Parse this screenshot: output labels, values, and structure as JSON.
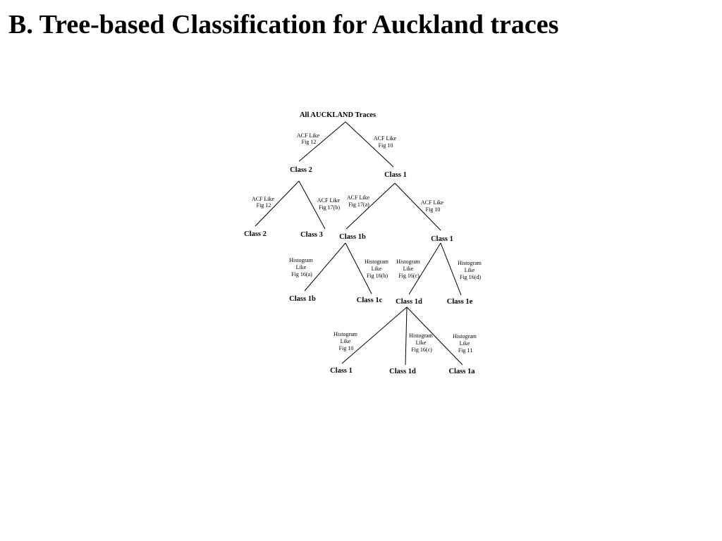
{
  "title": "B. Tree-based Classification for Auckland traces",
  "tree": {
    "root": "All AUCKLAND Traces",
    "nodes": {
      "l1_left": "Class 2",
      "l1_right": "Class 1",
      "l2_ll": "Class 2",
      "l2_lr": "Class 3",
      "l2_rl": "Class 1b",
      "l2_rr": "Class 1",
      "l3_1": "Class 1b",
      "l3_2": "Class 1c",
      "l3_3": "Class 1d",
      "l3_4": "Class 1e",
      "l4_1": "Class 1",
      "l4_2": "Class 1d",
      "l4_3": "Class 1a"
    },
    "edges": {
      "e_root_l": [
        "ACF Like",
        "Fig 12"
      ],
      "e_root_r": [
        "ACF Like",
        "Fig 10"
      ],
      "e_c2_l": [
        "ACF Like",
        "Fig 12"
      ],
      "e_c2_r": [
        "ACF Like",
        "Fig 17(b)"
      ],
      "e_c1_l": [
        "ACF Like",
        "Fig 17(a)"
      ],
      "e_c1_r": [
        "ACF Like",
        "Fig 10"
      ],
      "e_1b_l": [
        "Histogram",
        "Like",
        "Fig 16(a)"
      ],
      "e_1b_r": [
        "Histogram",
        "Like",
        "Fig 16(b)"
      ],
      "e_1_l": [
        "Histogram",
        "Like",
        "Fig 16(c)"
      ],
      "e_1_r": [
        "Histogram",
        "Like",
        "Fig 16(d)"
      ],
      "e_1d_l": [
        "Histogram",
        "Like",
        "Fig 10"
      ],
      "e_1d_m": [
        "Histogram",
        "Like",
        "Fig 16(c)"
      ],
      "e_1d_r": [
        "Histogram",
        "Like",
        "Fig 11"
      ]
    }
  }
}
